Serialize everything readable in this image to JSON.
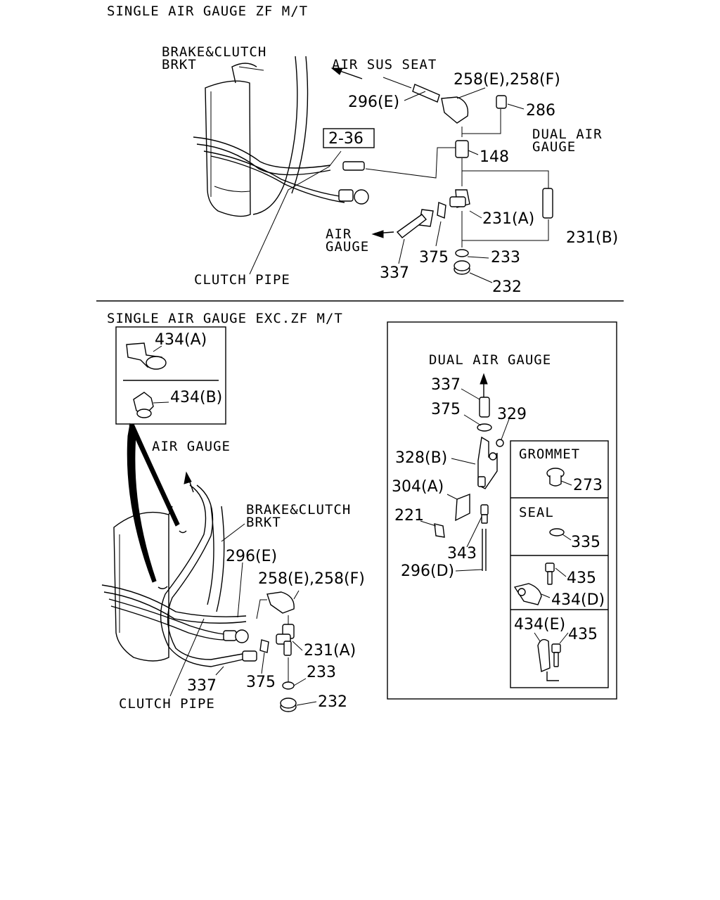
{
  "sections": {
    "top_title": "SINGLE AIR GAUGE ZF M/T",
    "bottom_title": "SINGLE AIR GAUGE EXC.ZF M/T"
  },
  "top": {
    "brake_clutch_brkt_1": "BRAKE&CLUTCH",
    "brake_clutch_brkt_2": "BRKT",
    "air_sus_seat": "AIR SUS SEAT",
    "p258": "258(E),258(F)",
    "p296e": "296(E)",
    "p286": "286",
    "dual_air_1": "DUAL AIR",
    "dual_air_2": "GAUGE",
    "ref_box": "2-36",
    "p148": "148",
    "air_gauge_1": "AIR",
    "air_gauge_2": "GAUGE",
    "p231a": "231(A)",
    "p231b": "231(B)",
    "p375": "375",
    "p233": "233",
    "p337": "337",
    "p232": "232",
    "clutch_pipe": "CLUTCH PIPE"
  },
  "bottom": {
    "p434a": "434(A)",
    "p434b": "434(B)",
    "air_gauge": "AIR GAUGE",
    "brake_clutch_brkt_1": "BRAKE&CLUTCH",
    "brake_clutch_brkt_2": "BRKT",
    "p296e": "296(E)",
    "p258": "258(E),258(F)",
    "p231a": "231(A)",
    "p233": "233",
    "p375": "375",
    "p337": "337",
    "p232": "232",
    "clutch_pipe": "CLUTCH PIPE"
  },
  "dual_panel": {
    "title": "DUAL AIR GAUGE",
    "p337": "337",
    "p375": "375",
    "p329": "329",
    "p328b": "328(B)",
    "p304a": "304(A)",
    "p221": "221",
    "p343": "343",
    "p296d": "296(D)",
    "grommet": "GROMMET",
    "p273": "273",
    "seal": "SEAL",
    "p335": "335",
    "p435_1": "435",
    "p434d": "434(D)",
    "p434e": "434(E)",
    "p435_2": "435"
  }
}
